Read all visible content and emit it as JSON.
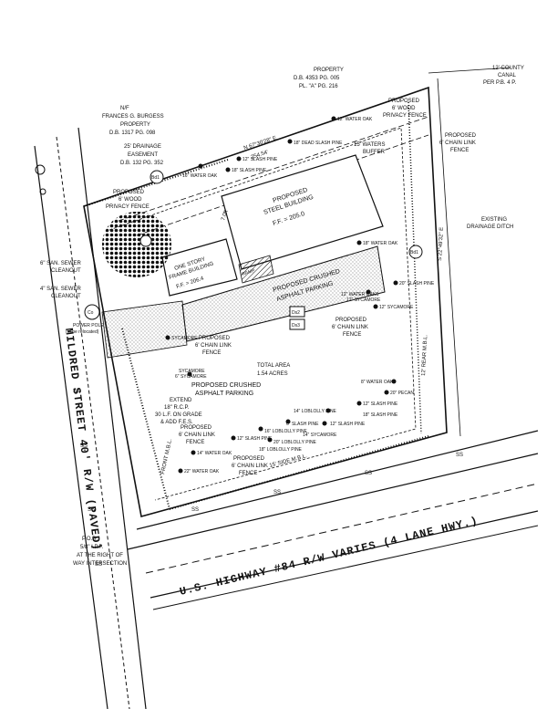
{
  "labels": {
    "nf": "N/F",
    "burgess_owner": "FRANCES G. BURGESS",
    "burgess_prop": "PROPERTY",
    "burgess_db": "D.B. 1317 PG. 098",
    "drainage_easement_1": "25' DRAINAGE",
    "drainage_easement_2": "EASEMENT",
    "drainage_easement_3": "D.B. 132 PG. 352",
    "adjoiner_1": "PROPERTY",
    "adjoiner_2": "D.B. 4353 PG. 005",
    "adjoiner_3": "PL. \"A\" PG. 216",
    "canal_1": "12' COUNTY",
    "canal_2": "CANAL",
    "canal_3": "PER P.B. 4 P.",
    "north_bearing": "N 67°30'28\" E",
    "north_dist": "254.54'",
    "prop_wood_fence_top_1": "PROPOSED",
    "prop_wood_fence_top_2": "6' WOOD",
    "prop_wood_fence_top_3": "PRIVACY FENCE",
    "prop_chain_ne_1": "PROPOSED",
    "prop_chain_ne_2": "6' CHAIN LINK",
    "prop_chain_ne_3": "FENCE",
    "waters_buffer_1": "15' WATERS",
    "waters_buffer_2": "BUFFER",
    "existing_ditch_1": "EXISTING",
    "existing_ditch_2": "DRAINAGE DITCH",
    "prop_wood_fence_left_1": "PROPOSED",
    "prop_wood_fence_left_2": "6' WOOD",
    "prop_wood_fence_left_3": "PRIVACY FENCE",
    "steel_bldg_1": "PROPOSED",
    "steel_bldg_2": "STEEL BUILDING",
    "steel_bldg_3": "F.F. = 205.0",
    "frame_bldg_1": "ONE STORY",
    "frame_bldg_2": "FRAME BUILDING",
    "frame_bldg_3": "F.F. = 206.4",
    "crushed_parking_1": "PROPOSED CRUSHED",
    "crushed_parking_2": "ASPHALT PARKING",
    "san_sewer_6_1": "6\" SAN. SEWER",
    "san_sewer_6_2": "CLEANOUT",
    "san_sewer_4_1": "4\" SAN. SEWER",
    "san_sewer_4_2": "CLEANOUT",
    "power_pole_1": "POWER POLE",
    "power_pole_2": "(to be relocated)",
    "chain_mid_1": "PROPOSED",
    "chain_mid_2": "6' CHAIN LINK",
    "chain_mid_3": "FENCE",
    "chain_right_1": "PROPOSED",
    "chain_right_2": "6' CHAIN LINK",
    "chain_right_3": "FENCE",
    "total_area_1": "TOTAL AREA",
    "total_area_2": "1.54 ACRES",
    "crushed_parking_b_1": "PROPOSED CRUSHED",
    "crushed_parking_b_2": "ASPHALT PARKING",
    "extend_1": "EXTEND",
    "extend_2": "18\" R.C.P.",
    "extend_3": "30 L.F. ON GRADE",
    "extend_4": "& ADD F.E.S.",
    "chain_sw_1": "PROPOSED",
    "chain_sw_2": "6' CHAIN LINK",
    "chain_sw_3": "FENCE",
    "chain_s_1": "PROPOSED",
    "chain_s_2": "6' CHAIN LINK",
    "chain_s_3": "FENCE",
    "side_mbl": "15' SIDE M.B.L.",
    "front_mbl": "FRONT M.B.L.",
    "rear_mbl": "12' REAR M.B.L.",
    "east_bearing": "S 22°49'32\" E",
    "street_name": "MILDRED STREET 40' R/W (PAVED)",
    "highway_name": "U.S. HIGHWAY #84 R/W VARIES (4 LANE HWY.)",
    "pob_1": "P.O.B.",
    "pob_2": "5/8\" I.P.P.",
    "pob_3": "AT THE RIGHT OF",
    "pob_4": "WAY INTERSECTION",
    "dim_701": "7.0ft",
    "ramp": "RAMP",
    "bd1_a": "Bd1",
    "bd1_b": "Bd1",
    "co": "Co",
    "ds2": "Ds2",
    "ds3": "Ds3",
    "ss": "SS",
    "trees": [
      {
        "text": "12\" WATER OAK"
      },
      {
        "text": "18\" DEAD SLASH PINE"
      },
      {
        "text": "16\" WATER OAK"
      },
      {
        "text": "18\" SLASH PINE"
      },
      {
        "text": "12\" SLASH PINE"
      },
      {
        "text": "18\" WATER OAK"
      },
      {
        "text": "20\" SLASH PINE"
      },
      {
        "text": "12\" WATER OAKS"
      },
      {
        "text": "12\" SYCAMORE"
      },
      {
        "text": "12\" SYCAMORE"
      },
      {
        "text": "8\" WATER OAK"
      },
      {
        "text": "12\" SLASH PINE"
      },
      {
        "text": "14\" LOBLOLLY PINE"
      },
      {
        "text": "6\" SLASH PINE"
      },
      {
        "text": "12\" SLASH PINE"
      },
      {
        "text": "18\" SLASH PINE"
      },
      {
        "text": "12\" SLASH PINE"
      },
      {
        "text": "16\" LOBLOLLY PINE"
      },
      {
        "text": "14\" SYCAMORE"
      },
      {
        "text": "20\" LOBLOLLY PINE"
      },
      {
        "text": "14\" WATER OAK"
      },
      {
        "text": "22\" WATER OAK"
      },
      {
        "text": "18\" LOBLOLLY PINE"
      },
      {
        "text": "SYCAMORE"
      },
      {
        "text": "SYCAMORE"
      },
      {
        "text": "6\" SYCAMORE"
      },
      {
        "text": "20\" PECAN"
      }
    ]
  }
}
